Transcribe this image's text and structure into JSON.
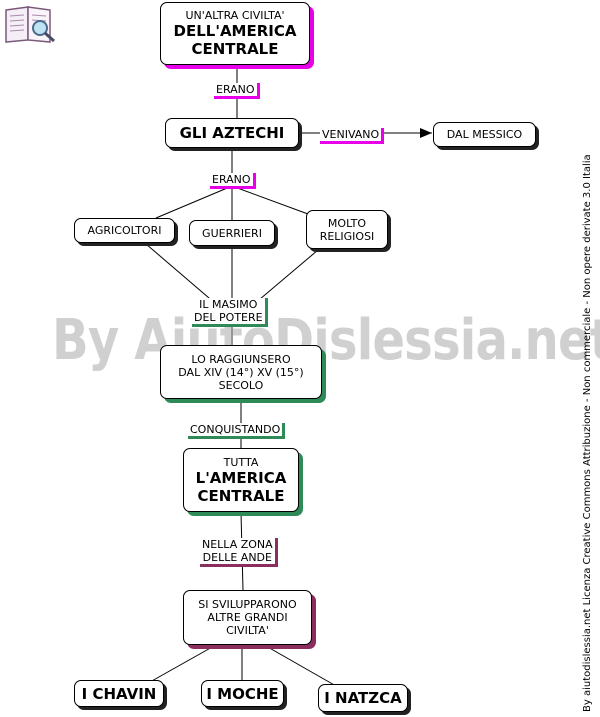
{
  "watermark": "By AiutoDislessia.net",
  "license": "By aiutodislessia.net Licenza Creative Commons Attribuzione - Non commerciale - Non opere derivate 3.0 Italia",
  "nodes": {
    "title": {
      "line1": "UN'ALTRA CIVILTA'",
      "line2": "DELL'AMERICA\nCENTRALE"
    },
    "aztechi": "GLI AZTECHI",
    "messico": "DAL MESSICO",
    "agricoltori": "AGRICOLTORI",
    "guerrieri": "GUERRIERI",
    "religiosi": "MOLTO\nRELIGIOSI",
    "raggiunsero": "LO RAGGIUNSERO\nDAL XIV (14°) XV (15°)\nSECOLO",
    "tutta": {
      "line1": "TUTTA",
      "line2": "L'AMERICA\nCENTRALE"
    },
    "svilupparono": "SI SVILUPPARONO\nALTRE GRANDI\nCIVILTA'",
    "chavin": "I CHAVIN",
    "moche": "I MOCHE",
    "natzca": "I NATZCA"
  },
  "links": {
    "erano1": "ERANO",
    "venivano": "VENIVANO",
    "erano2": "ERANO",
    "masimo": "IL MASIMO\nDEL POTERE",
    "conquistando": "CONQUISTANDO",
    "zona": "NELLA ZONA\nDELLE ANDE"
  }
}
